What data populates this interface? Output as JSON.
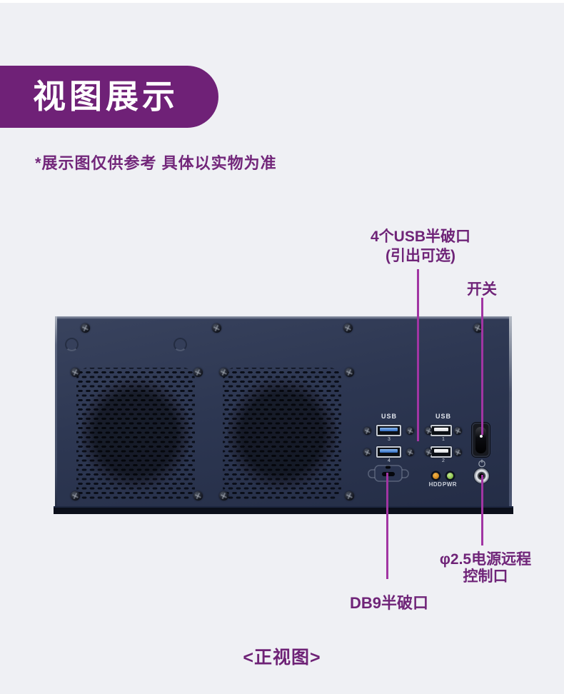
{
  "theme": {
    "background": "#eff0f4",
    "accent_purple": "#6f2177",
    "text_purple": "#72267a",
    "leader_line_color": "#a135a3",
    "chassis_navy": "#2d3752"
  },
  "header": {
    "title": "视图展示"
  },
  "disclaimer": {
    "text": "*展示图仅供参考 具体以实物为准"
  },
  "annotations": {
    "usb_note": {
      "line1": "4个USB半破口",
      "line2": "(引出可选)"
    },
    "switch_note": {
      "label": "开关"
    },
    "db9_note": {
      "label": "DB9半破口"
    },
    "remote_note": {
      "line1": "φ2.5电源远程",
      "line2": "控制口"
    }
  },
  "device": {
    "usb_group_a": {
      "label": "USB",
      "port_numbers": [
        "3",
        "4"
      ]
    },
    "usb_group_b": {
      "label": "USB",
      "port_numbers": [
        "1",
        "2"
      ]
    },
    "indicators": {
      "hdd_label": "HDD",
      "pwr_label": "PWR",
      "hdd_color": "#d28a1f",
      "pwr_color": "#8bc34a"
    }
  },
  "footer": {
    "caption": "<正视图>"
  }
}
